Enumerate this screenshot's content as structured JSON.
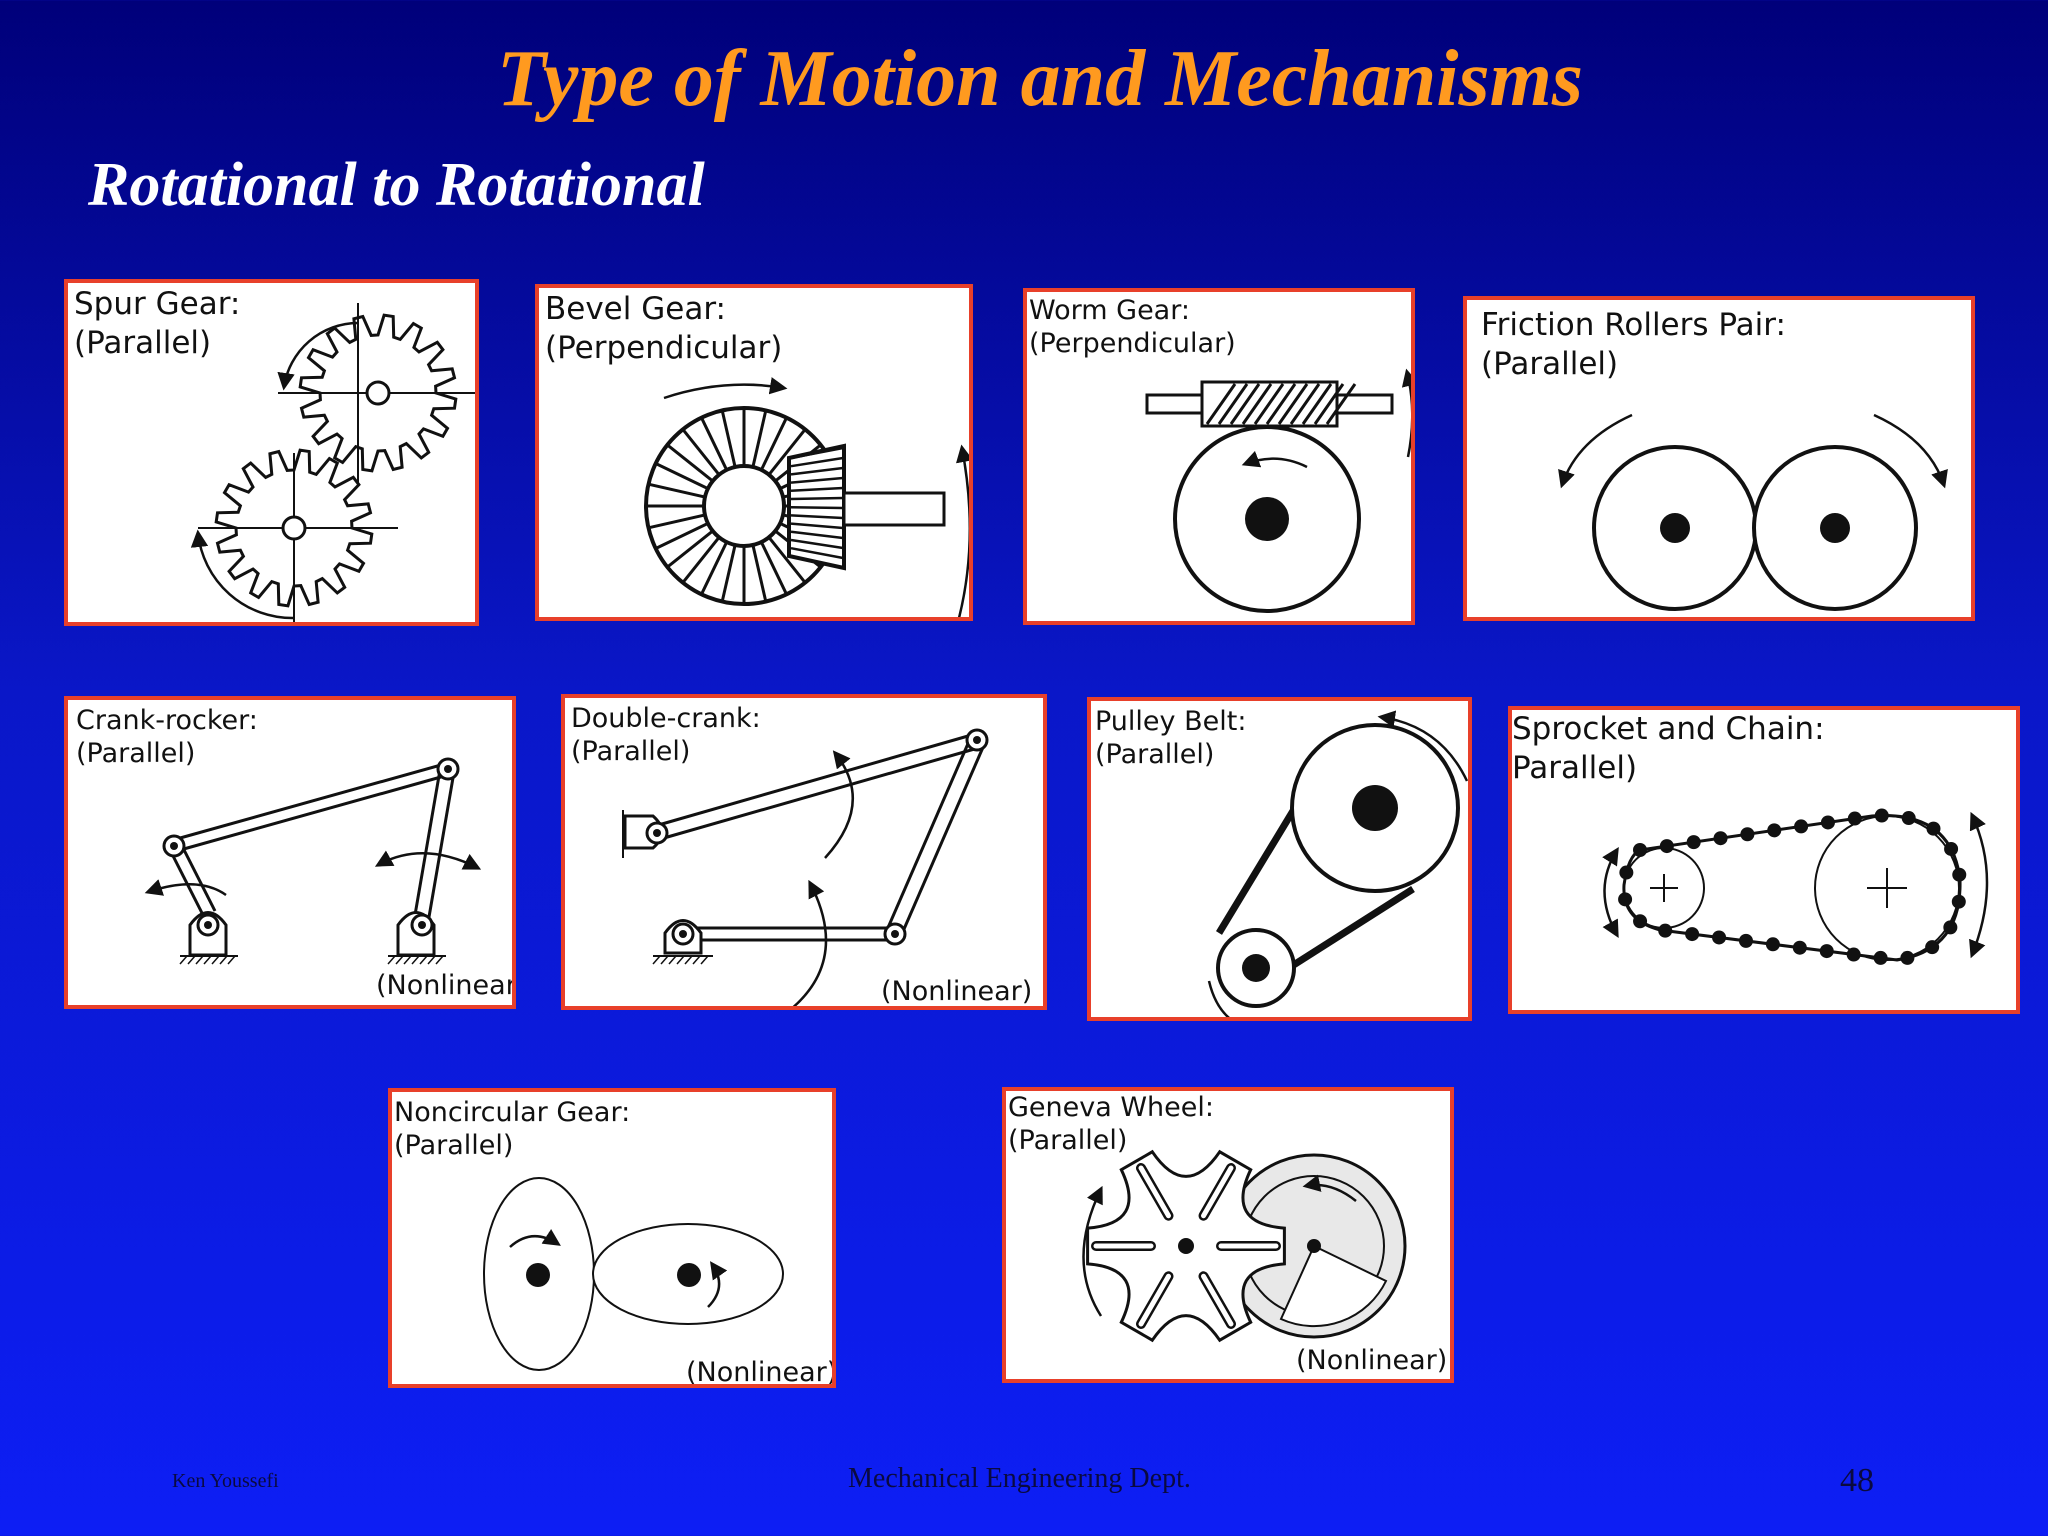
{
  "slide": {
    "title": "Type of Motion and Mechanisms",
    "subtitle": "Rotational to Rotational"
  },
  "panels": {
    "spur": {
      "name": "Spur Gear:",
      "type": "(Parallel)"
    },
    "bevel": {
      "name": "Bevel Gear:",
      "type": "(Perpendicular)"
    },
    "worm": {
      "name": "Worm Gear:",
      "type": "(Perpendicular)"
    },
    "friction": {
      "name": "Friction Rollers Pair:",
      "type": "(Parallel)"
    },
    "crank_rocker": {
      "name": "Crank-rocker:",
      "type": "(Parallel)",
      "note": "(Nonlinear"
    },
    "double_crank": {
      "name": "Double-crank:",
      "type": "(Parallel)",
      "note": "(Nonlinear)"
    },
    "pulley": {
      "name": "Pulley Belt:",
      "type": "(Parallel)"
    },
    "sprocket": {
      "name": "Sprocket and Chain:",
      "type": "Parallel)"
    },
    "noncircular": {
      "name": "Noncircular Gear:",
      "type": "(Parallel)",
      "note": "(Nonlinear)"
    },
    "geneva": {
      "name": "Geneva Wheel:",
      "type": "(Parallel)",
      "note": "(Nonlinear)"
    }
  },
  "footer": {
    "author": "Ken Youssefi",
    "department": "Mechanical Engineering Dept.",
    "page": "48"
  },
  "colors": {
    "title": "#ff9a1f",
    "panel_border": "#e8402a"
  }
}
